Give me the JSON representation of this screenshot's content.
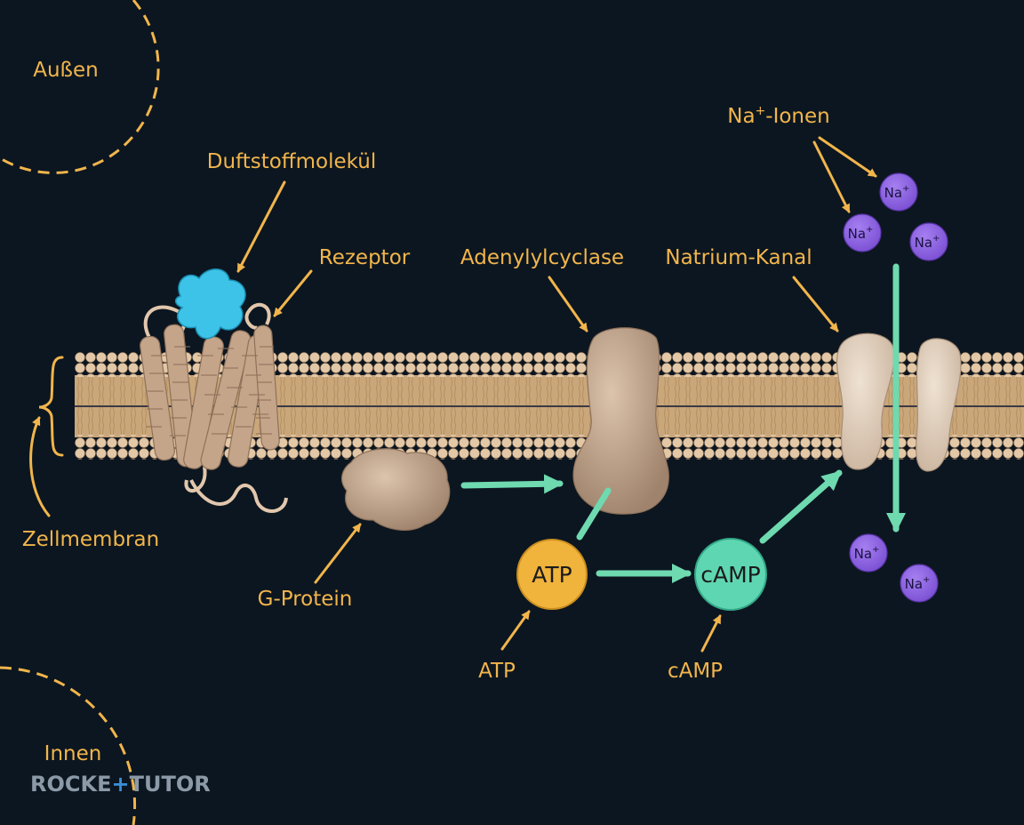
{
  "labels": {
    "outside": "Außen",
    "inside": "Innen",
    "odorant": "Duftstoffmolekül",
    "receptor": "Rezeptor",
    "adenylyl_cyclase": "Adenylylcyclase",
    "sodium_channel": "Natrium-Kanal",
    "sodium_ions_base": "Na",
    "sodium_ions_sup": "+",
    "sodium_ions_suffix": "-Ionen",
    "cell_membrane": "Zellmembran",
    "g_protein": "G-Protein",
    "atp_caption": "ATP",
    "camp_caption": "cAMP"
  },
  "molecules": {
    "atp": "ATP",
    "camp": "cAMP"
  },
  "ion": {
    "symbol": "Na",
    "charge": "+"
  },
  "logo": {
    "part1": "ROCKE",
    "plus": "+",
    "part2": "TUTOR"
  },
  "colors": {
    "background": "#0c1620",
    "label": "#f1b54c",
    "arrow_flow": "#6fd9b0",
    "atp": "#f0b33b",
    "camp": "#5fd6b2",
    "ion": "#8d5fe0",
    "odorant": "#3ec3e8",
    "protein": "#c7ab93",
    "membrane": "#d7ba98"
  },
  "icons": {
    "odorant": "blob-shape",
    "receptor": "helix-bundle",
    "ion": "circle"
  }
}
